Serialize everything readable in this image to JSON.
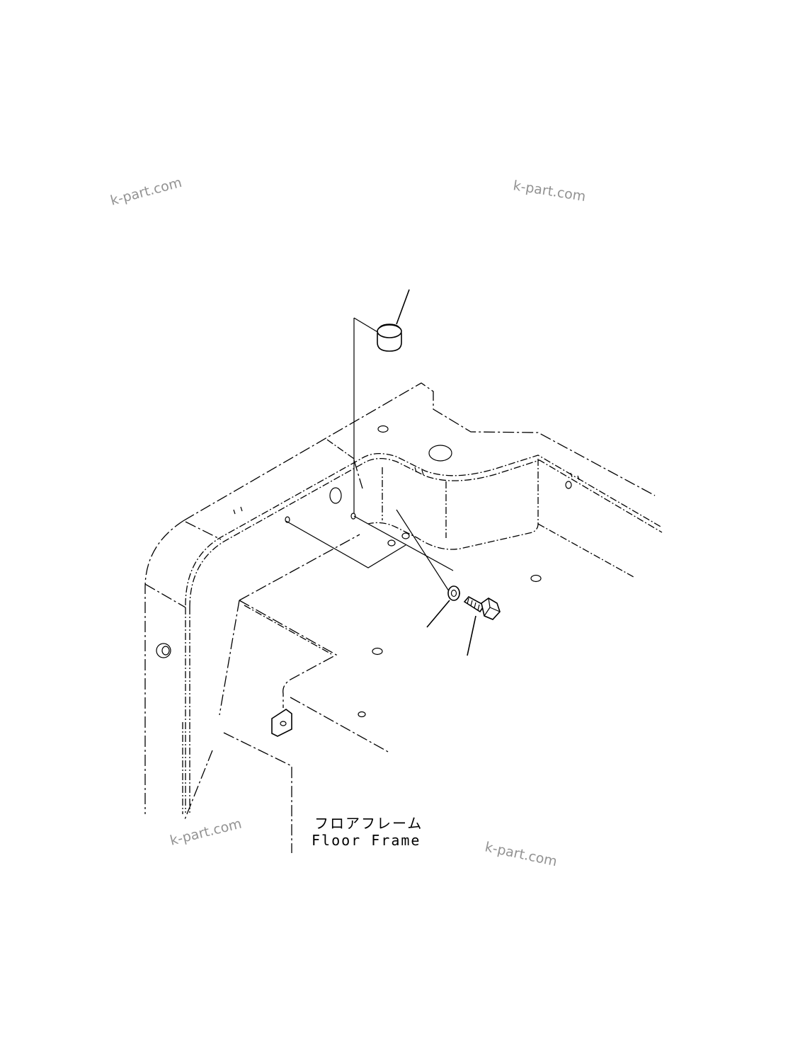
{
  "drawing": {
    "label_jp": "フロアフレーム",
    "label_en": "Floor Frame"
  },
  "watermarks": [
    "k-part.com",
    "k-part.com",
    "k-part.com",
    "k-part.com"
  ],
  "parts": [
    {
      "name": "plug-cap",
      "icon": "cap-plug-icon"
    },
    {
      "name": "washer",
      "icon": "washer-icon"
    },
    {
      "name": "bolt",
      "icon": "hex-bolt-icon"
    }
  ],
  "colors": {
    "line": "#000000",
    "background": "#ffffff",
    "watermark": "#3a3a3a"
  }
}
